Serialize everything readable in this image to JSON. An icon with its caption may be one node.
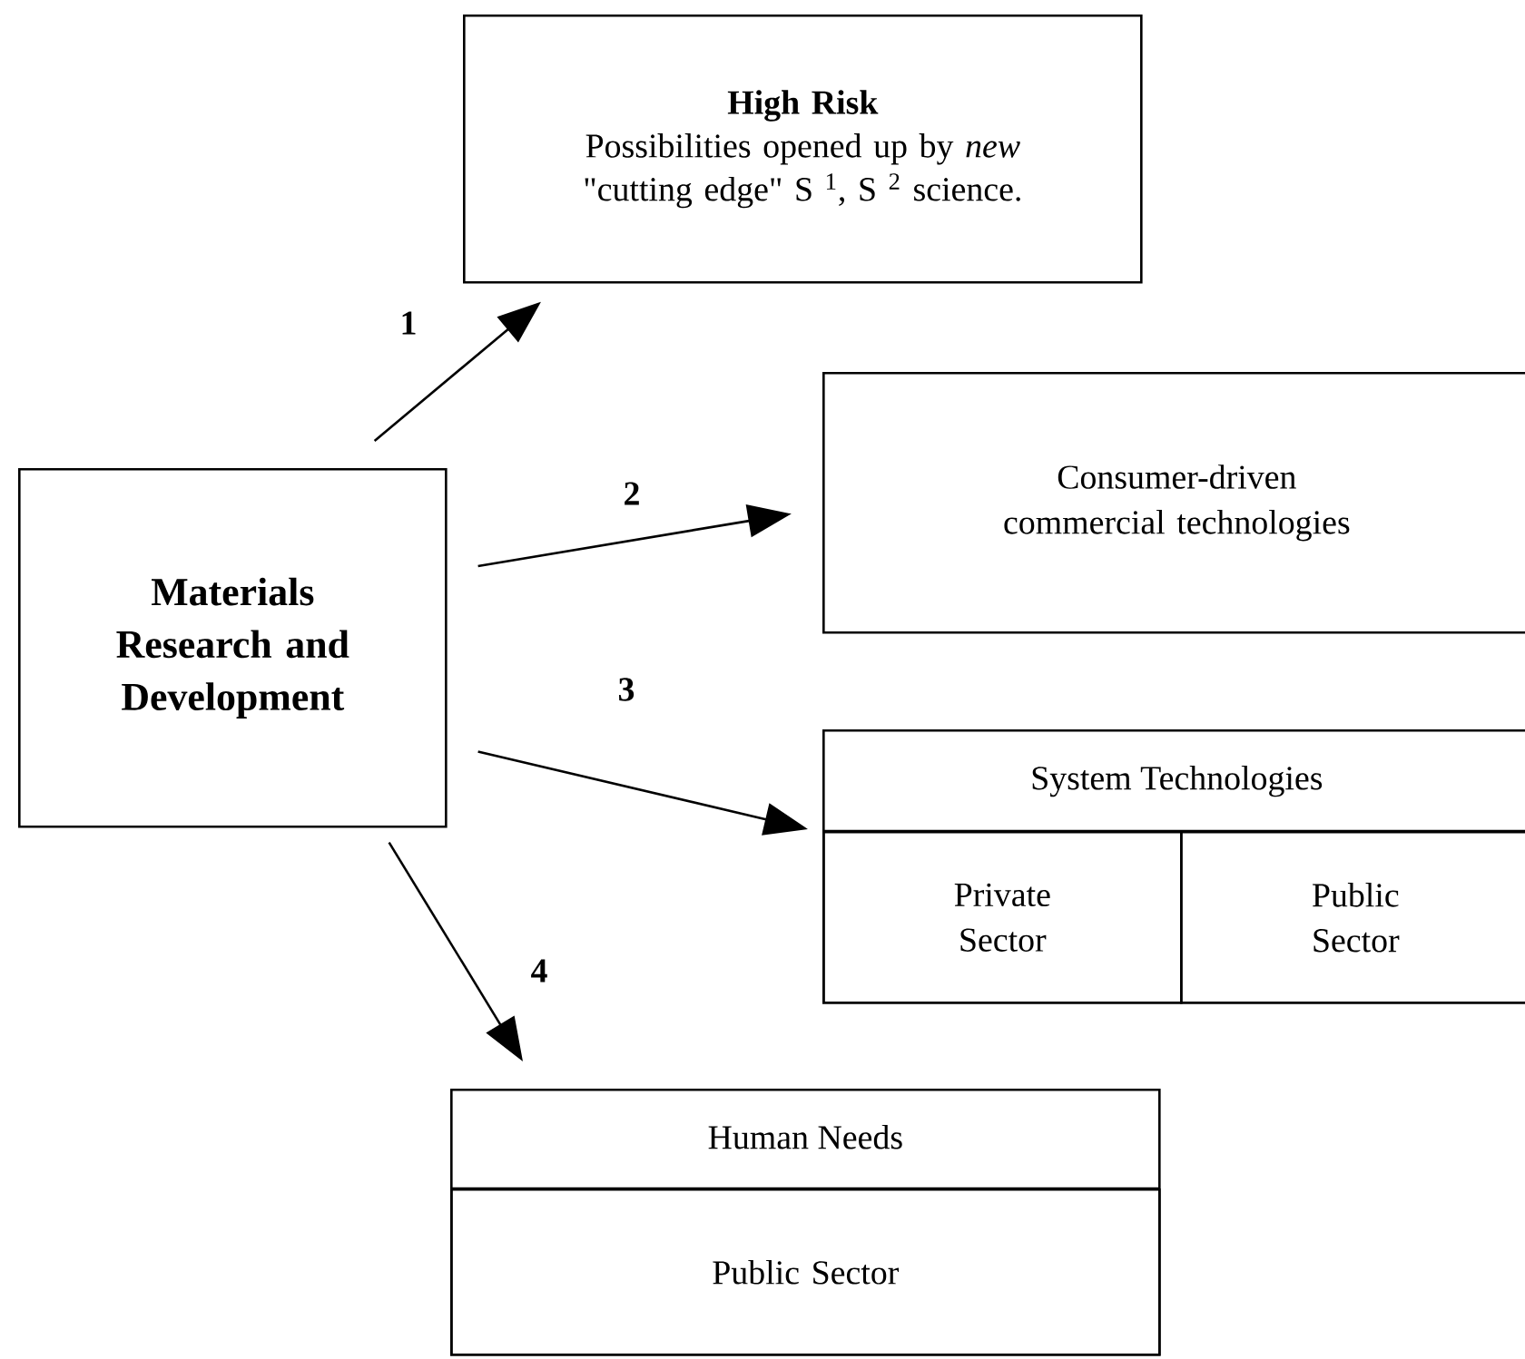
{
  "diagram": {
    "nodes": [
      {
        "text": [
          "Materials Research and Development"
        ]
      },
      {
        "text": [
          "High Risk",
          "Possibilities opened up by *new* \"cutting edge\" S $^{1}$, S $^{2}$ science."
        ]
      },
      {
        "text": [
          "Consumer-driven commercial technologies"
        ]
      },
      {
        "text": [
          "System Technologies"
        ]
      },
      {
        "text": [
          "Private Sector"
        ],
        "in": 3
      },
      {
        "text": [
          "Public Sector"
        ],
        "in": 3
      },
      {
        "text": [
          "Human Needs"
        ]
      },
      {
        "text": [
          "Public Sector"
        ],
        "in": 6
      }
    ],
    "edges": [
      {
        "from": 0,
        "to": 1,
        "arrow": "to",
        "label": "1"
      },
      {
        "from": 0,
        "to": 2,
        "arrow": "to",
        "label": "2"
      },
      {
        "from": 0,
        "to": 3,
        "arrow": "to",
        "label": "3"
      },
      {
        "from": 0,
        "to": 6,
        "arrow": "to",
        "label": "4"
      }
    ]
  }
}
